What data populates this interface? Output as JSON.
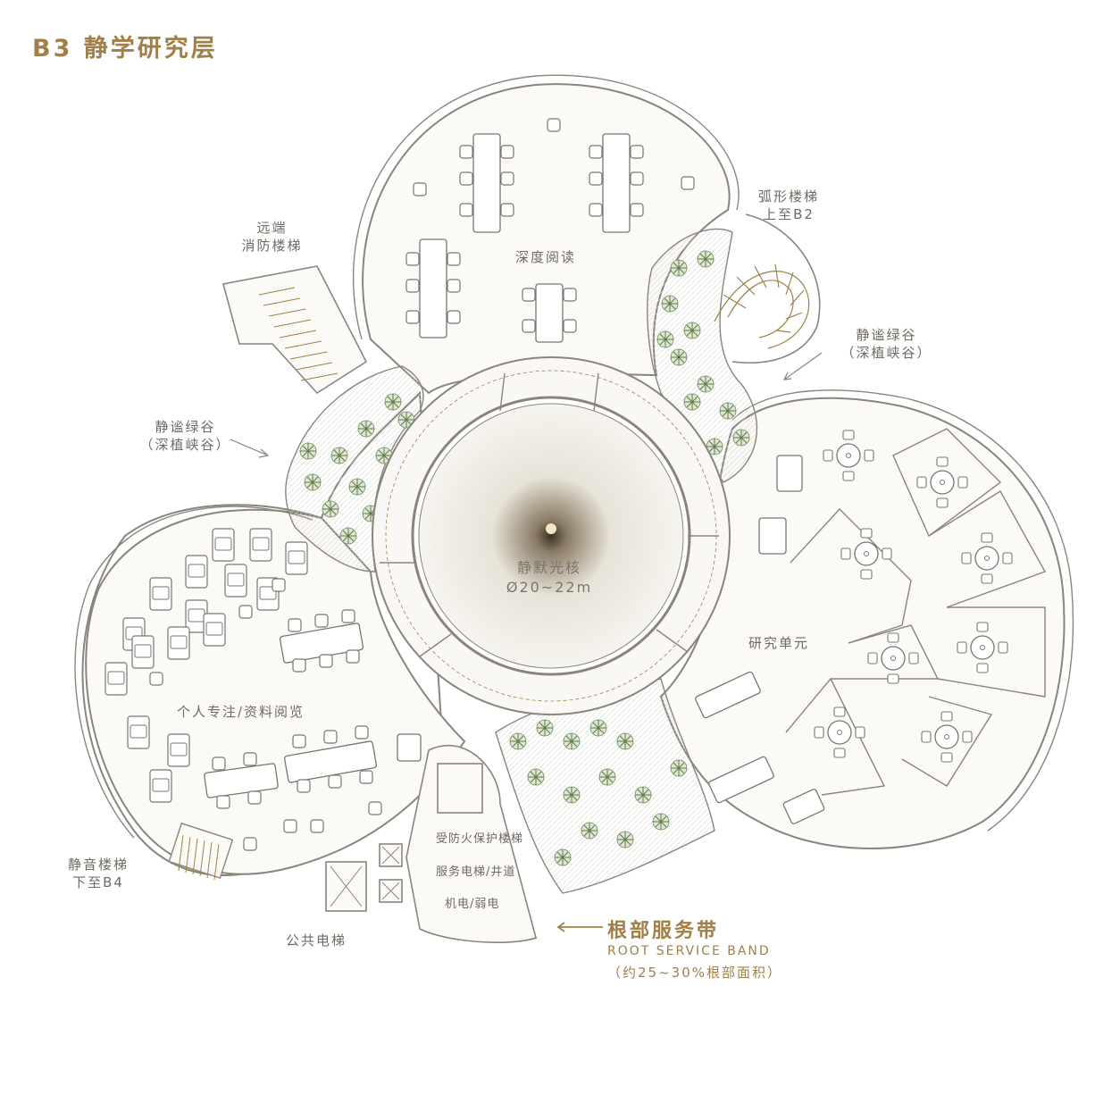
{
  "title": "B3 静学研究层",
  "zones": {
    "deep_reading": "深度阅读",
    "research_units": "研究单元",
    "personal_focus": "个人专注/资料阅览",
    "core_name": "静默光核",
    "core_diameter": "Ø20~22m"
  },
  "callouts": {
    "remote_stair_line1": "远端",
    "remote_stair_line2": "消防楼梯",
    "arc_stair_line1": "弧形楼梯",
    "arc_stair_line2": "上至B2",
    "valley_right_line1": "静谧绿谷",
    "valley_right_line2": "（深植峡谷）",
    "valley_left_line1": "静谧绿谷",
    "valley_left_line2": "（深植峡谷）",
    "quiet_stair_line1": "静音楼梯",
    "quiet_stair_line2": "下至B4",
    "public_elevator": "公共电梯",
    "fire_stair": "受防火保护楼梯",
    "service_elevator": "服务电梯/井道",
    "mep": "机电/弱电"
  },
  "root_service_band": {
    "title_cn": "根部服务带",
    "title_en": "ROOT SERVICE BAND",
    "note": "（约25~30%根部面积）"
  },
  "colors": {
    "accent": "#a0804a",
    "line": "#8a857c",
    "planting": "#6f8a5a",
    "label": "#6f6a62"
  }
}
